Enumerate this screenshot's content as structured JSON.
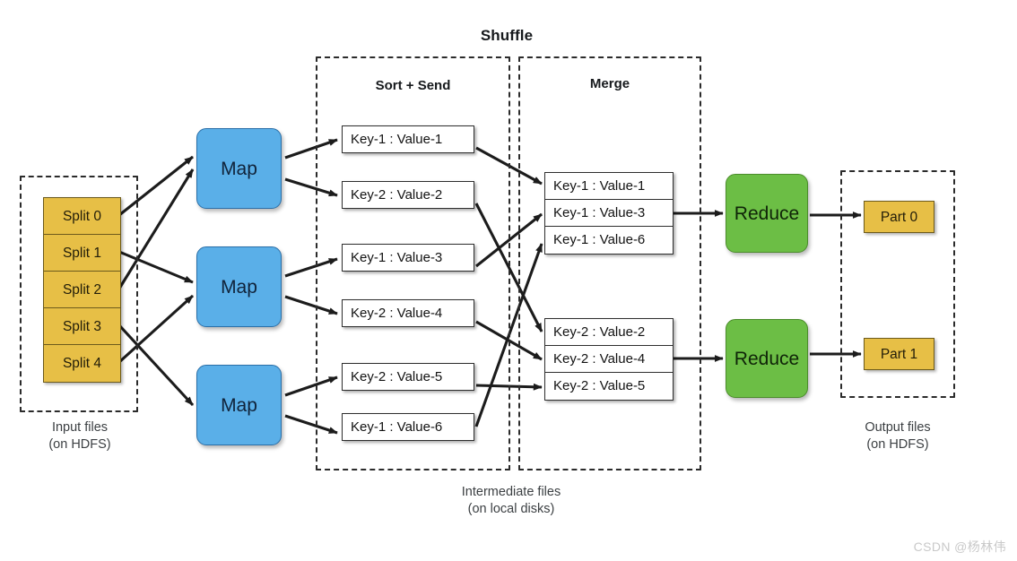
{
  "diagram": {
    "title": "Shuffle",
    "watermark": "CSDN @杨林伟"
  },
  "groups": {
    "sort_send": {
      "title": "Sort + Send"
    },
    "merge": {
      "title": "Merge"
    },
    "input_caption": "Input files\n(on HDFS)",
    "intermediate_caption": "Intermediate files\n(on local disks)",
    "output_caption": "Output files\n(on HDFS)"
  },
  "input_files": {
    "splits": [
      {
        "label": "Split 0"
      },
      {
        "label": "Split 1"
      },
      {
        "label": "Split 2"
      },
      {
        "label": "Split 3"
      },
      {
        "label": "Split 4"
      }
    ]
  },
  "mappers": [
    {
      "label": "Map"
    },
    {
      "label": "Map"
    },
    {
      "label": "Map"
    }
  ],
  "intermediate_records": [
    {
      "label": "Key-1 : Value-1"
    },
    {
      "label": "Key-2 : Value-2"
    },
    {
      "label": "Key-1 : Value-3"
    },
    {
      "label": "Key-2 : Value-4"
    },
    {
      "label": "Key-2 : Value-5"
    },
    {
      "label": "Key-1 : Value-6"
    }
  ],
  "merged_groups": [
    {
      "rows": [
        {
          "label": "Key-1 : Value-1"
        },
        {
          "label": "Key-1 : Value-3"
        },
        {
          "label": "Key-1 : Value-6"
        }
      ]
    },
    {
      "rows": [
        {
          "label": "Key-2 : Value-2"
        },
        {
          "label": "Key-2 : Value-4"
        },
        {
          "label": "Key-2 : Value-5"
        }
      ]
    }
  ],
  "reducers": [
    {
      "label": "Reduce"
    },
    {
      "label": "Reduce"
    }
  ],
  "output_files": {
    "parts": [
      {
        "label": "Part 0"
      },
      {
        "label": "Part 1"
      }
    ]
  },
  "colors": {
    "map_fill": "#5aafe8",
    "reduce_fill": "#6cbe45",
    "file_fill": "#e7bf46",
    "record_fill": "#ffffff",
    "stroke": "#2e2e2e",
    "watermark": "#c9c9c9"
  }
}
